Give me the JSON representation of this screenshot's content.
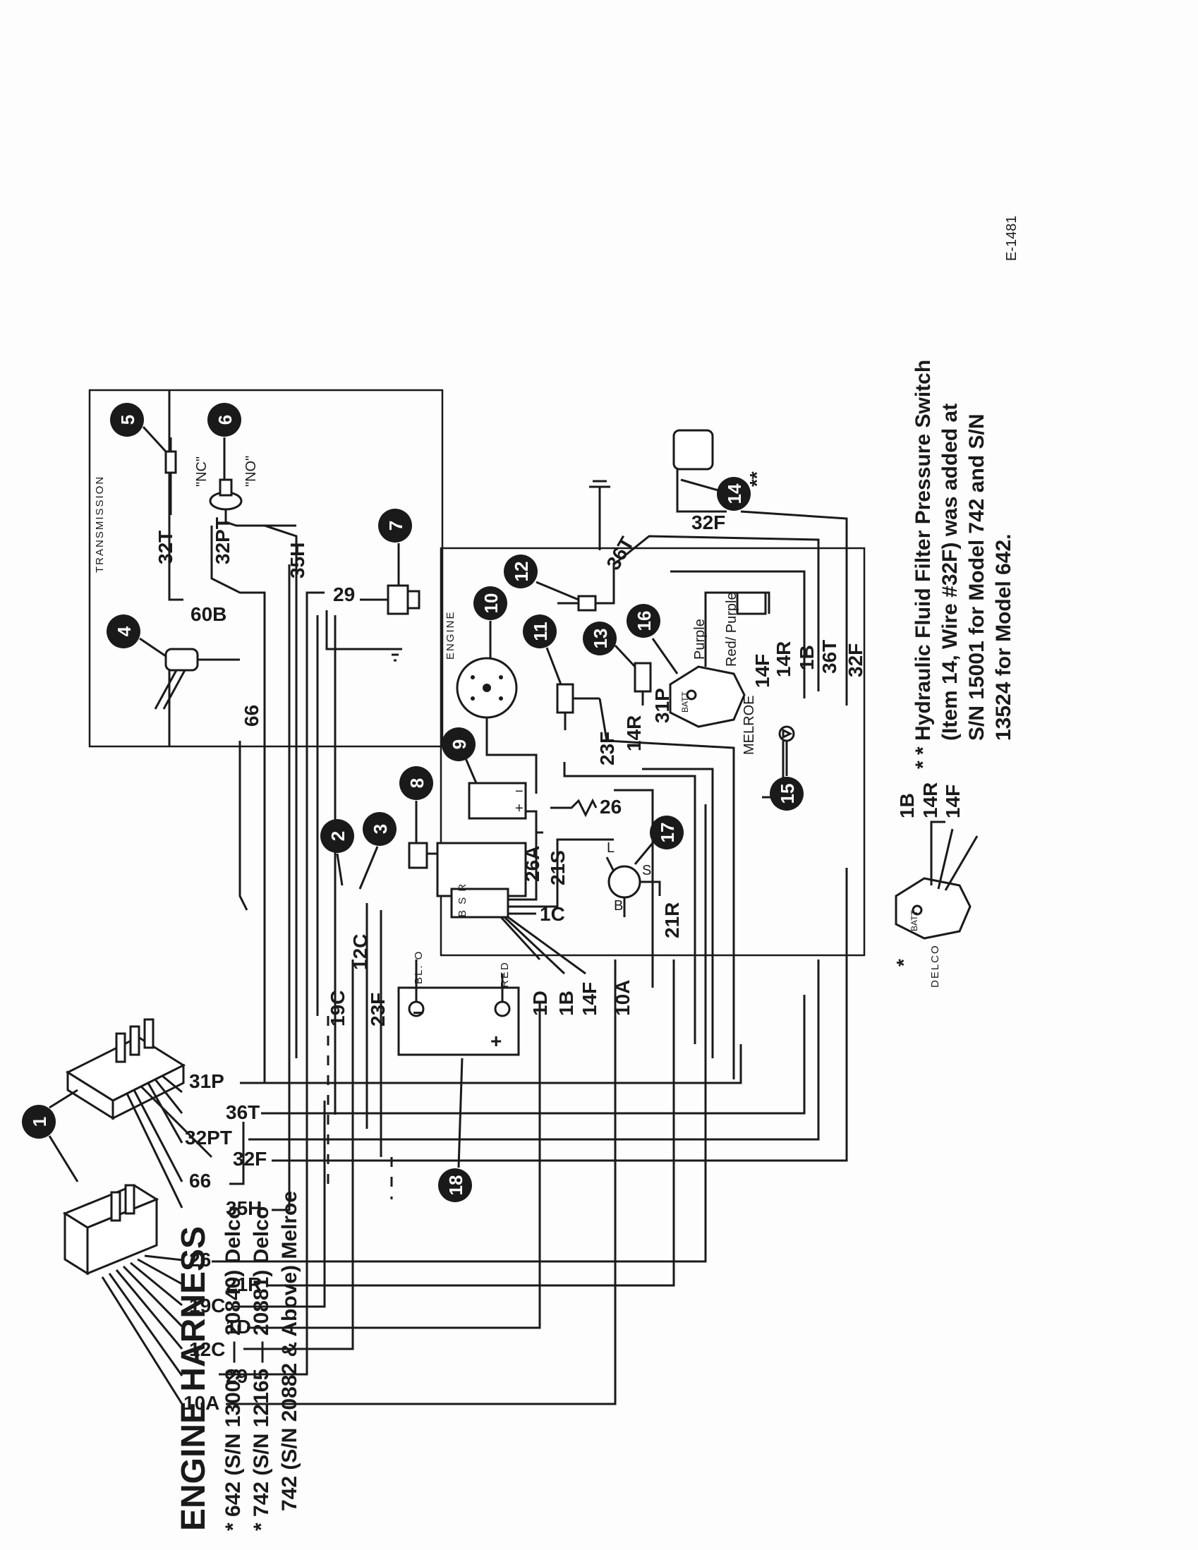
{
  "figure_ref": "E-1481",
  "title": "ENGINE HARNESS",
  "models": [
    "* 642 (S/N 13003 — 20840) Delco",
    "* 742 (S/N 12165 — 20881) Delco",
    "742 (S/N 20882 & Above) Melroe"
  ],
  "footnote": [
    "* * Hydraulic Fluid Filter Pressure Switch",
    "(Item 14, Wire #32F) was added at",
    "S/N 15001 for Model 742 and S/N",
    "13524 for Model 642."
  ],
  "regions": {
    "transmission": "TRANSMISSION",
    "engine": "ENGINE"
  },
  "delco_inset": {
    "star": "*",
    "label": "DELCO",
    "wires": [
      "1B",
      "14R",
      "14F"
    ],
    "batt": "BATT"
  },
  "switch_labels": {
    "nc": "\"NC\"",
    "no": "\"NO\""
  },
  "regulator_labels": {
    "purple": "Purple",
    "red_purple": "Red/ Purple",
    "melroe": "MELROE",
    "batt": "BATT"
  },
  "battery_labels": {
    "bl": "BL. O",
    "red": "RED I",
    "minus": "−",
    "plus": "+"
  },
  "terminal_labels": {
    "bsr": "B S R",
    "l": "L",
    "s": "S",
    "b": "B"
  },
  "callouts": [
    "1",
    "2",
    "3",
    "4",
    "5",
    "6",
    "7",
    "8",
    "9",
    "10",
    "11",
    "12",
    "13",
    "14",
    "15",
    "16",
    "17",
    "18"
  ],
  "callout_14_mark": "**",
  "upper_connector_wires": [
    "31P",
    "36T",
    "32PT",
    "32F",
    "66",
    "35H"
  ],
  "lower_connector_wires": [
    "26",
    "21R",
    "19C",
    "1D",
    "12C",
    "29",
    "10A"
  ],
  "wire_labels": {
    "w32T": "32T",
    "w32PT": "32PT",
    "w35H": "35H",
    "w60B": "60B",
    "w29": "29",
    "w66": "66",
    "w19C": "19C",
    "w12C": "12C",
    "w23F": "23F",
    "w1D": "1D",
    "w1B": "1B",
    "w14F": "14F",
    "w10A": "10A",
    "w26": "26",
    "w26A": "26A",
    "w21S": "21S",
    "w1C": "1C",
    "w21R": "21R",
    "w23F_e": "23F",
    "w14R_e": "14R",
    "w31P_e": "31P",
    "w36T_e": "36T",
    "w32F_e": "32F",
    "w14F_r": "14F",
    "w14R_r": "14R",
    "w1B_r": "1B",
    "w36T_r": "36T",
    "w32F_r": "32F"
  }
}
